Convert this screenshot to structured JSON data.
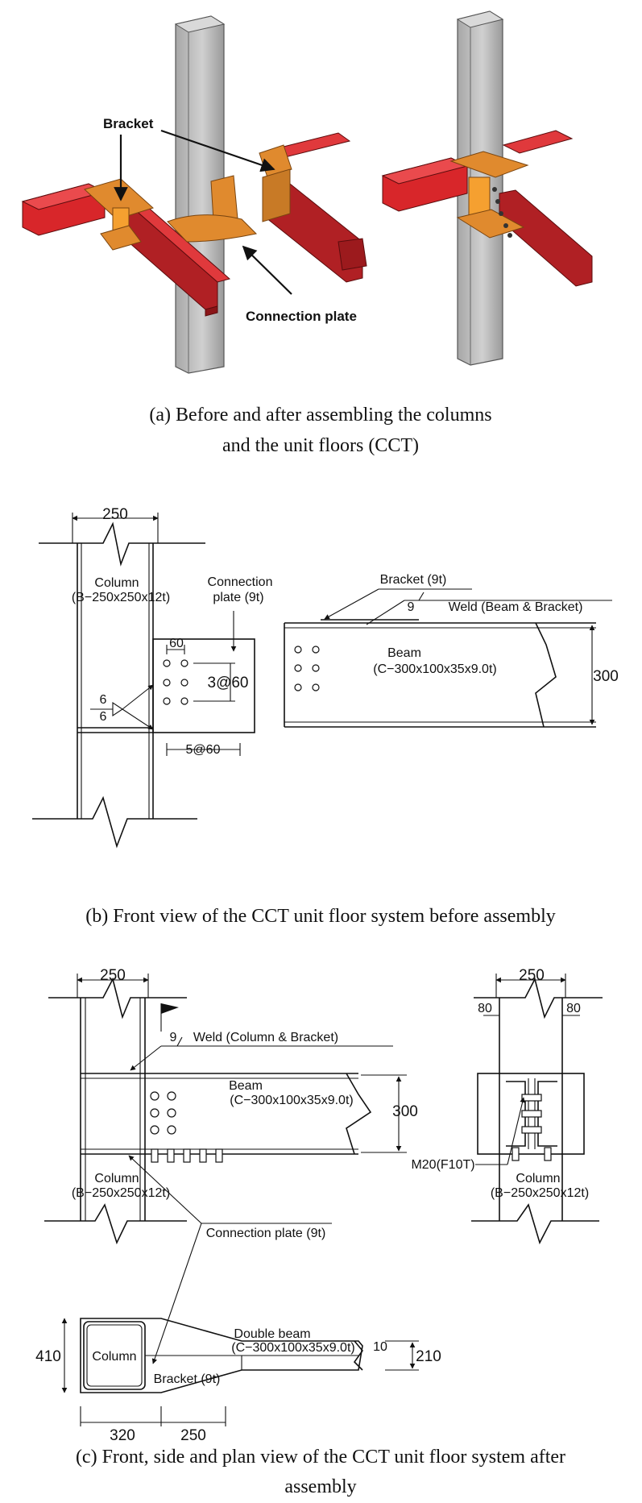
{
  "panel_a": {
    "label_bracket": "Bracket",
    "label_connection_plate": "Connection plate",
    "caption_line1": "(a) Before and after assembling the columns",
    "caption_line2": "and the unit floors (CCT)",
    "colors": {
      "beam": "#d8262a",
      "beam_dark": "#9c1a1d",
      "bracket": "#e08a2e",
      "plate_orange": "#f5a030",
      "column": "#b9b9b9",
      "column_dark": "#8e8e8e"
    }
  },
  "panel_b": {
    "dim_250": "250",
    "column_label": "Column",
    "column_spec": "(B−250x250x12t)",
    "conn_plate_label": "Connection",
    "conn_plate_label2": "plate (9t)",
    "dim_60": "60",
    "dim_3at60": "3@60",
    "dim_5at60": "5@60",
    "weld_6a": "6",
    "weld_6b": "6",
    "bracket_label": "Bracket (9t)",
    "weld_9": "9",
    "weld_label": "Weld (Beam & Bracket)",
    "beam_label": "Beam",
    "beam_spec": "(C−300x100x35x9.0t)",
    "dim_300": "300",
    "caption": "(b) Front view of the CCT unit floor system before assembly"
  },
  "panel_c": {
    "dim_250_front": "250",
    "weld_9": "9",
    "weld_label": "Weld (Column & Bracket)",
    "beam_label": "Beam",
    "beam_spec": "(C−300x100x35x9.0t)",
    "dim_300": "300",
    "column_label": "Column",
    "column_spec": "(B−250x250x12t)",
    "conn_plate_label": "Connection plate (9t)",
    "dim_250_side": "250",
    "dim_80_left": "80",
    "dim_80_right": "80",
    "bolt_label": "M20(F10T)",
    "side_column_label": "Column",
    "side_column_spec": "(B−250x250x12t)",
    "plan_dim_410": "410",
    "plan_column": "Column",
    "plan_bracket": "Bracket (9t)",
    "plan_double_beam": "Double beam",
    "plan_beam_spec": "(C−300x100x35x9.0t)",
    "plan_dim_10": "10",
    "plan_dim_210": "210",
    "plan_dim_320": "320",
    "plan_dim_250": "250",
    "caption_line1": "(c) Front, side and plan view of the CCT unit floor system after",
    "caption_line2": "assembly"
  }
}
